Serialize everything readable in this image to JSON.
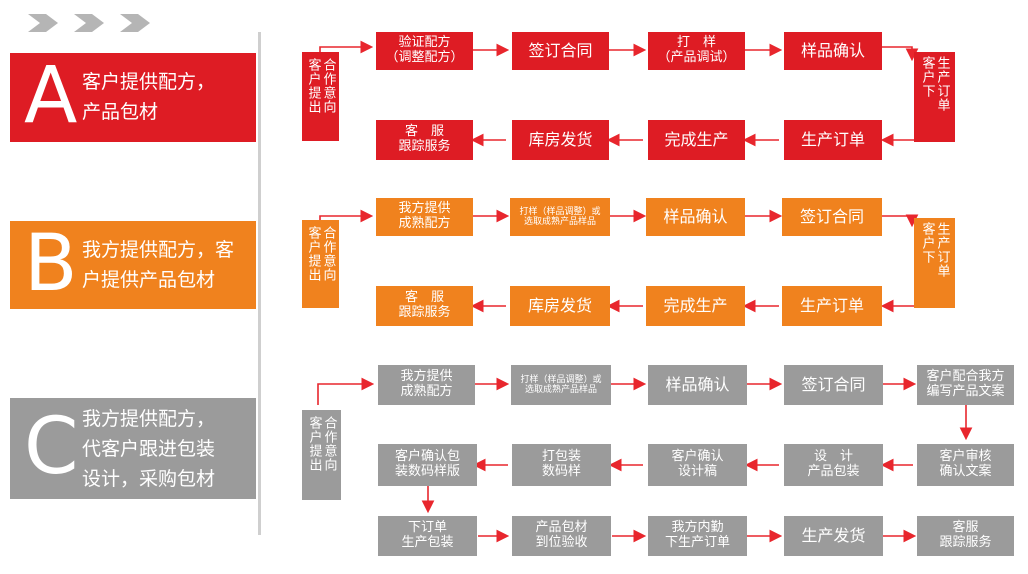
{
  "colors": {
    "red": "#de1c24",
    "orange": "#f0821e",
    "gray": "#9b9b9b",
    "arrow": "#e8262d",
    "line": "#cfcfcf"
  },
  "header_icon": "triple-chevron-right-icon",
  "rows": {
    "A": {
      "letter": "A",
      "desc_line1": "客户提供配方，",
      "desc_line2": "产品包材",
      "start": "合作意向",
      "start_col1": "客户提出",
      "start_col2": "合作意向",
      "s1": "验证配方\n（调整配方）",
      "s2": "签订合同",
      "s3": "打　样\n（产品调试）",
      "s4": "样品确认",
      "turn_col1": "客户下",
      "turn_col2": "生产订单",
      "s5": "生产订单",
      "s6": "完成生产",
      "s7": "库房发货",
      "s8": "客　服\n跟踪服务"
    },
    "B": {
      "letter": "B",
      "desc_line1": "我方提供配方，客",
      "desc_line2": "户提供产品包材",
      "start_col1": "客户提出",
      "start_col2": "合作意向",
      "s1": "我方提供\n成熟配方",
      "s2": "打样（样品调整）或\n选取成熟产品样品",
      "s3": "样品确认",
      "s4": "签订合同",
      "turn_col1": "客户下",
      "turn_col2": "生产订单",
      "s5": "生产订单",
      "s6": "完成生产",
      "s7": "库房发货",
      "s8": "客　服\n跟踪服务"
    },
    "C": {
      "letter": "C",
      "desc_line1": "我方提供配方，",
      "desc_line2": "代客户跟进包装",
      "desc_line3": "设计，采购包材",
      "start_col1": "客户提出",
      "start_col2": "合作意向",
      "r1": [
        "我方提供\n成熟配方",
        "打样（样品调整）或\n选取成熟产品样品",
        "样品确认",
        "签订合同",
        "客户配合我方\n编写产品文案"
      ],
      "r2": [
        "客户确认包\n装数码样版",
        "打包装\n数码样",
        "客户确认\n设计稿",
        "设　计\n产品包装",
        "客户审核\n确认文案"
      ],
      "r3": [
        "下订单\n生产包装",
        "产品包材\n到位验收",
        "我方内勤\n下生产订单",
        "生产发货",
        "客服\n跟踪服务"
      ]
    }
  }
}
